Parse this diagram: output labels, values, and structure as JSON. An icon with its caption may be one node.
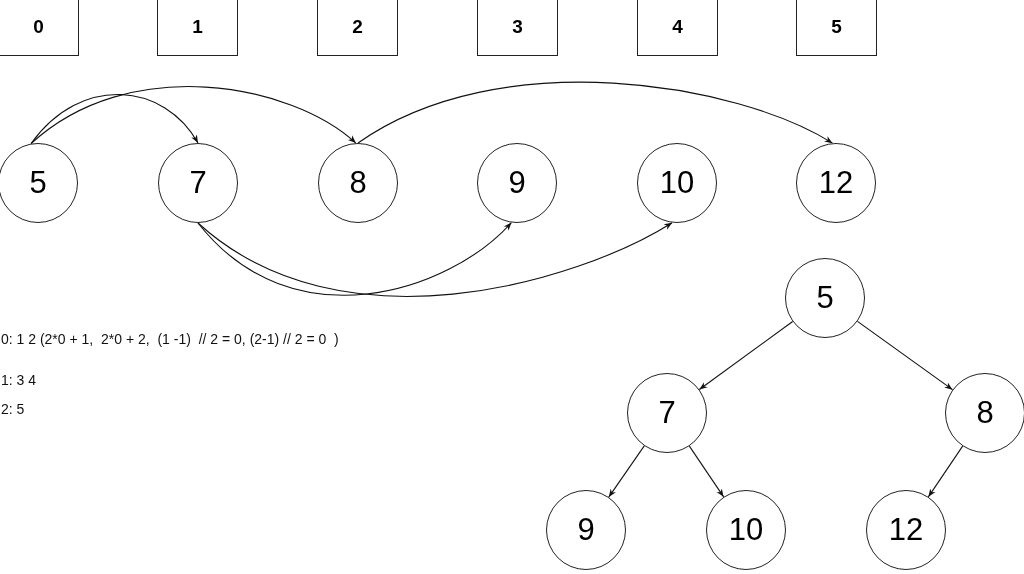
{
  "diagram": {
    "nodes": [
      {
        "text": [
          "0"
        ]
      },
      {
        "text": [
          "1"
        ]
      },
      {
        "text": [
          "2"
        ]
      },
      {
        "text": [
          "3"
        ]
      },
      {
        "text": [
          "4"
        ]
      },
      {
        "text": [
          "5"
        ]
      },
      {
        "text": [
          "5"
        ]
      },
      {
        "text": [
          "7"
        ]
      },
      {
        "text": [
          "8"
        ]
      },
      {
        "text": [
          "9"
        ]
      },
      {
        "text": [
          "10"
        ]
      },
      {
        "text": [
          "12"
        ]
      },
      {
        "text": [
          "5"
        ]
      },
      {
        "text": [
          "7"
        ]
      },
      {
        "text": [
          "8"
        ]
      },
      {
        "text": [
          "9"
        ]
      },
      {
        "text": [
          "10"
        ]
      },
      {
        "text": [
          "12"
        ]
      }
    ],
    "edges": [
      {
        "from": 6,
        "to": 7,
        "arrow": "to"
      },
      {
        "from": 6,
        "to": 8,
        "arrow": "to"
      },
      {
        "from": 8,
        "to": 11,
        "arrow": "to"
      },
      {
        "from": 7,
        "to": 9,
        "arrow": "to"
      },
      {
        "from": 7,
        "to": 10,
        "arrow": "to"
      },
      {
        "from": 12,
        "to": 13,
        "arrow": "to"
      },
      {
        "from": 12,
        "to": 14,
        "arrow": "to"
      },
      {
        "from": 13,
        "to": 15,
        "arrow": "to"
      },
      {
        "from": 13,
        "to": 16,
        "arrow": "to"
      },
      {
        "from": 14,
        "to": 17,
        "arrow": "to"
      }
    ],
    "labels": [
      "0: 1 2 (2*0 + 1,  2*0 + 2,  (1 -1)  // 2 = 0, (2-1) // 2 = 0  )",
      "1: 3 4",
      "2: 5"
    ]
  }
}
